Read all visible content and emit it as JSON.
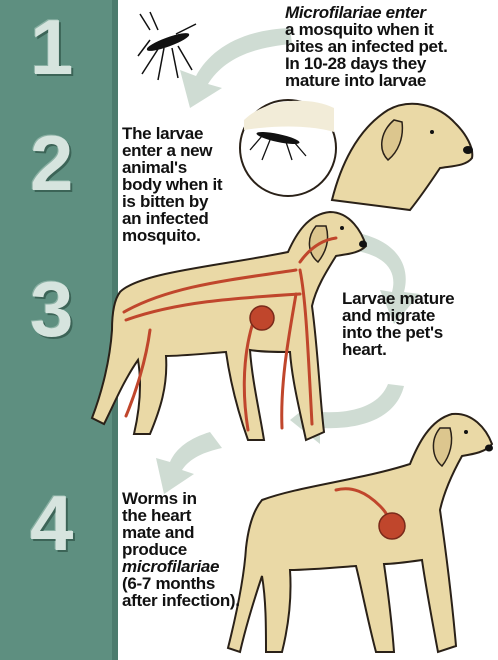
{
  "steps": [
    {
      "number": "1",
      "lines": [
        "Microfilariae enter",
        "a mosquito when it",
        "bites an infected pet.",
        "In 10-28 days they",
        "mature into larvae"
      ]
    },
    {
      "number": "2",
      "lines": [
        "The larvae",
        "enter a new",
        "animal's",
        "body when it",
        "is bitten by",
        "an infected",
        "mosquito."
      ]
    },
    {
      "number": "3",
      "lines": [
        "Larvae mature",
        "and migrate",
        "into the pet's",
        "heart."
      ]
    },
    {
      "number": "4",
      "lines": [
        "Worms in",
        "the heart",
        "mate and",
        "produce",
        "microfilariae",
        "(6-7 months",
        "after infection)."
      ]
    }
  ],
  "icons": [
    "mosquito-icon",
    "magnifier-icon",
    "dog-head-icon",
    "dog-icon",
    "heart-icon",
    "cycle-arrow-icon"
  ],
  "colors": {
    "sidebar": "#5e8f80",
    "dog": "#ead9a6",
    "dog_outline": "#2a2118",
    "vessels": "#c0462c",
    "arrows": "#cfdcd3",
    "text": "#111111"
  }
}
